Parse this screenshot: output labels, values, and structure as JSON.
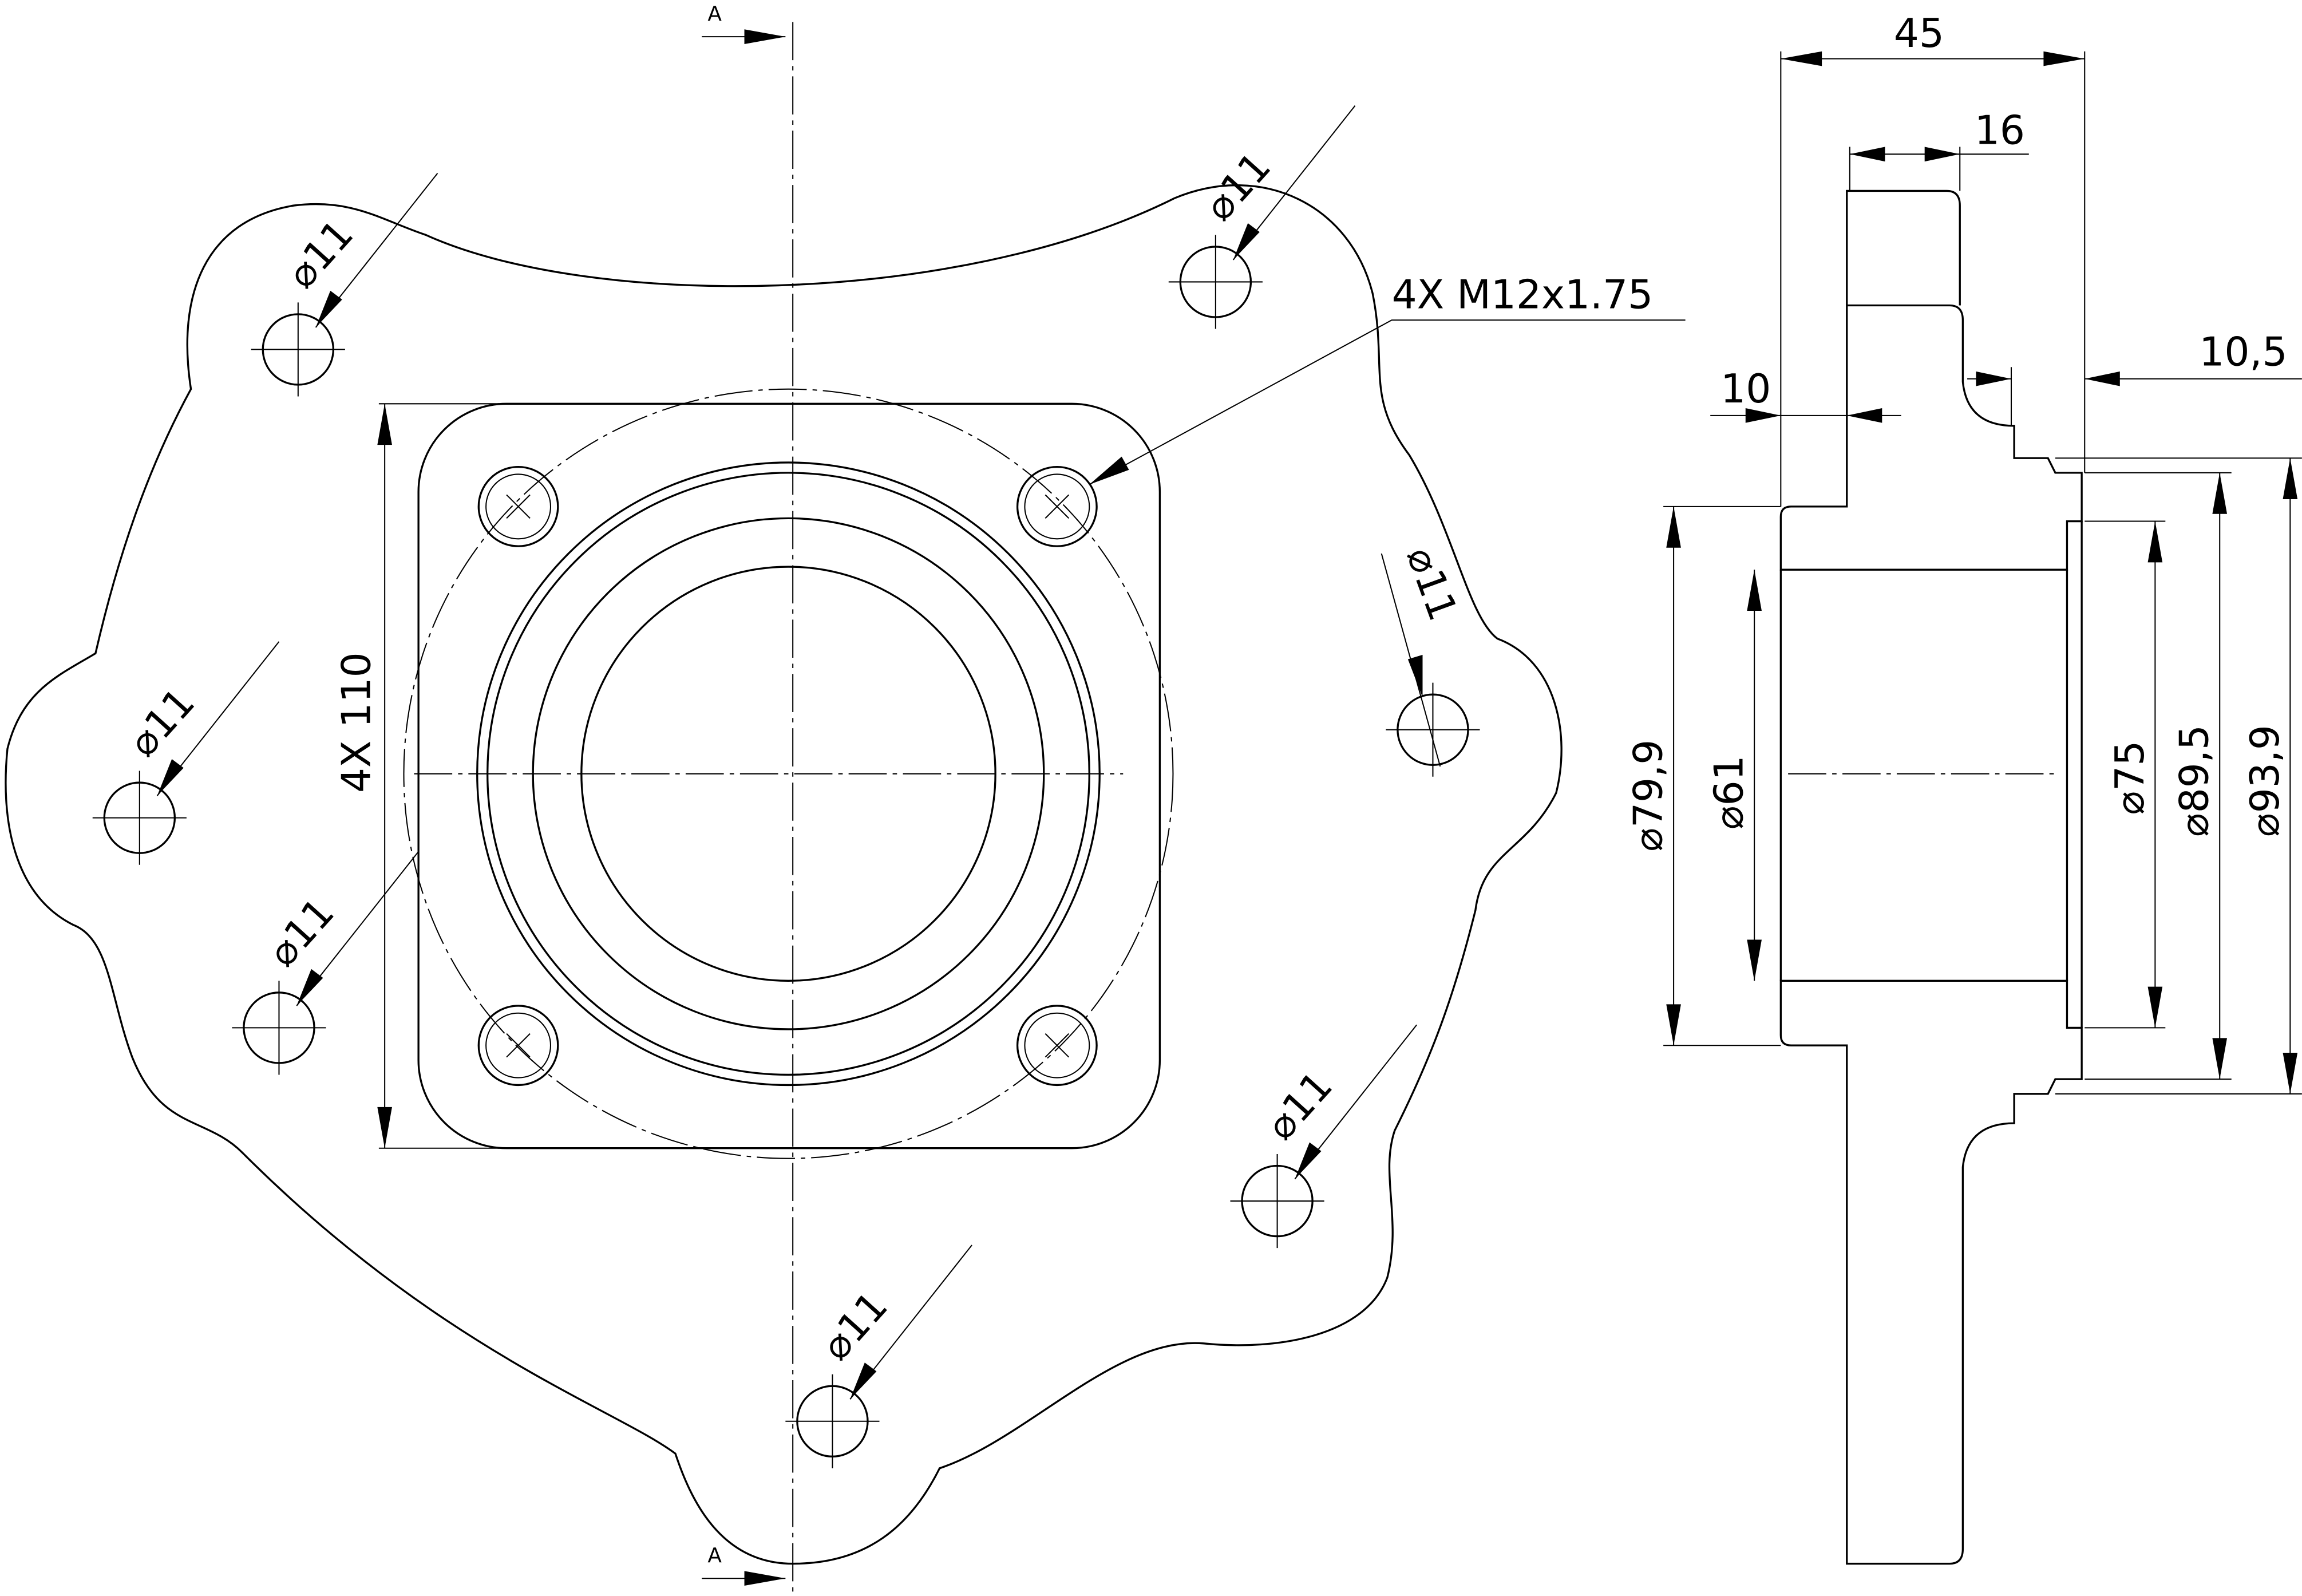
{
  "section_marks": {
    "top": "A",
    "bottom": "A"
  },
  "front_view": {
    "square_dim": "4X 110",
    "thread_callout": "4X M12x1.75",
    "hole_labels": [
      "⌀11",
      "⌀11",
      "⌀11",
      "⌀11",
      "⌀11",
      "⌀11",
      "⌀11"
    ]
  },
  "section_view": {
    "width_overall": "45",
    "flange_width": "16",
    "step_right": "10,5",
    "step_left": "10",
    "dia_79_9": "⌀79,9",
    "dia_61": "⌀61",
    "dia_75": "⌀75",
    "dia_89_5": "⌀89,5",
    "dia_93_9": "⌀93,9"
  }
}
